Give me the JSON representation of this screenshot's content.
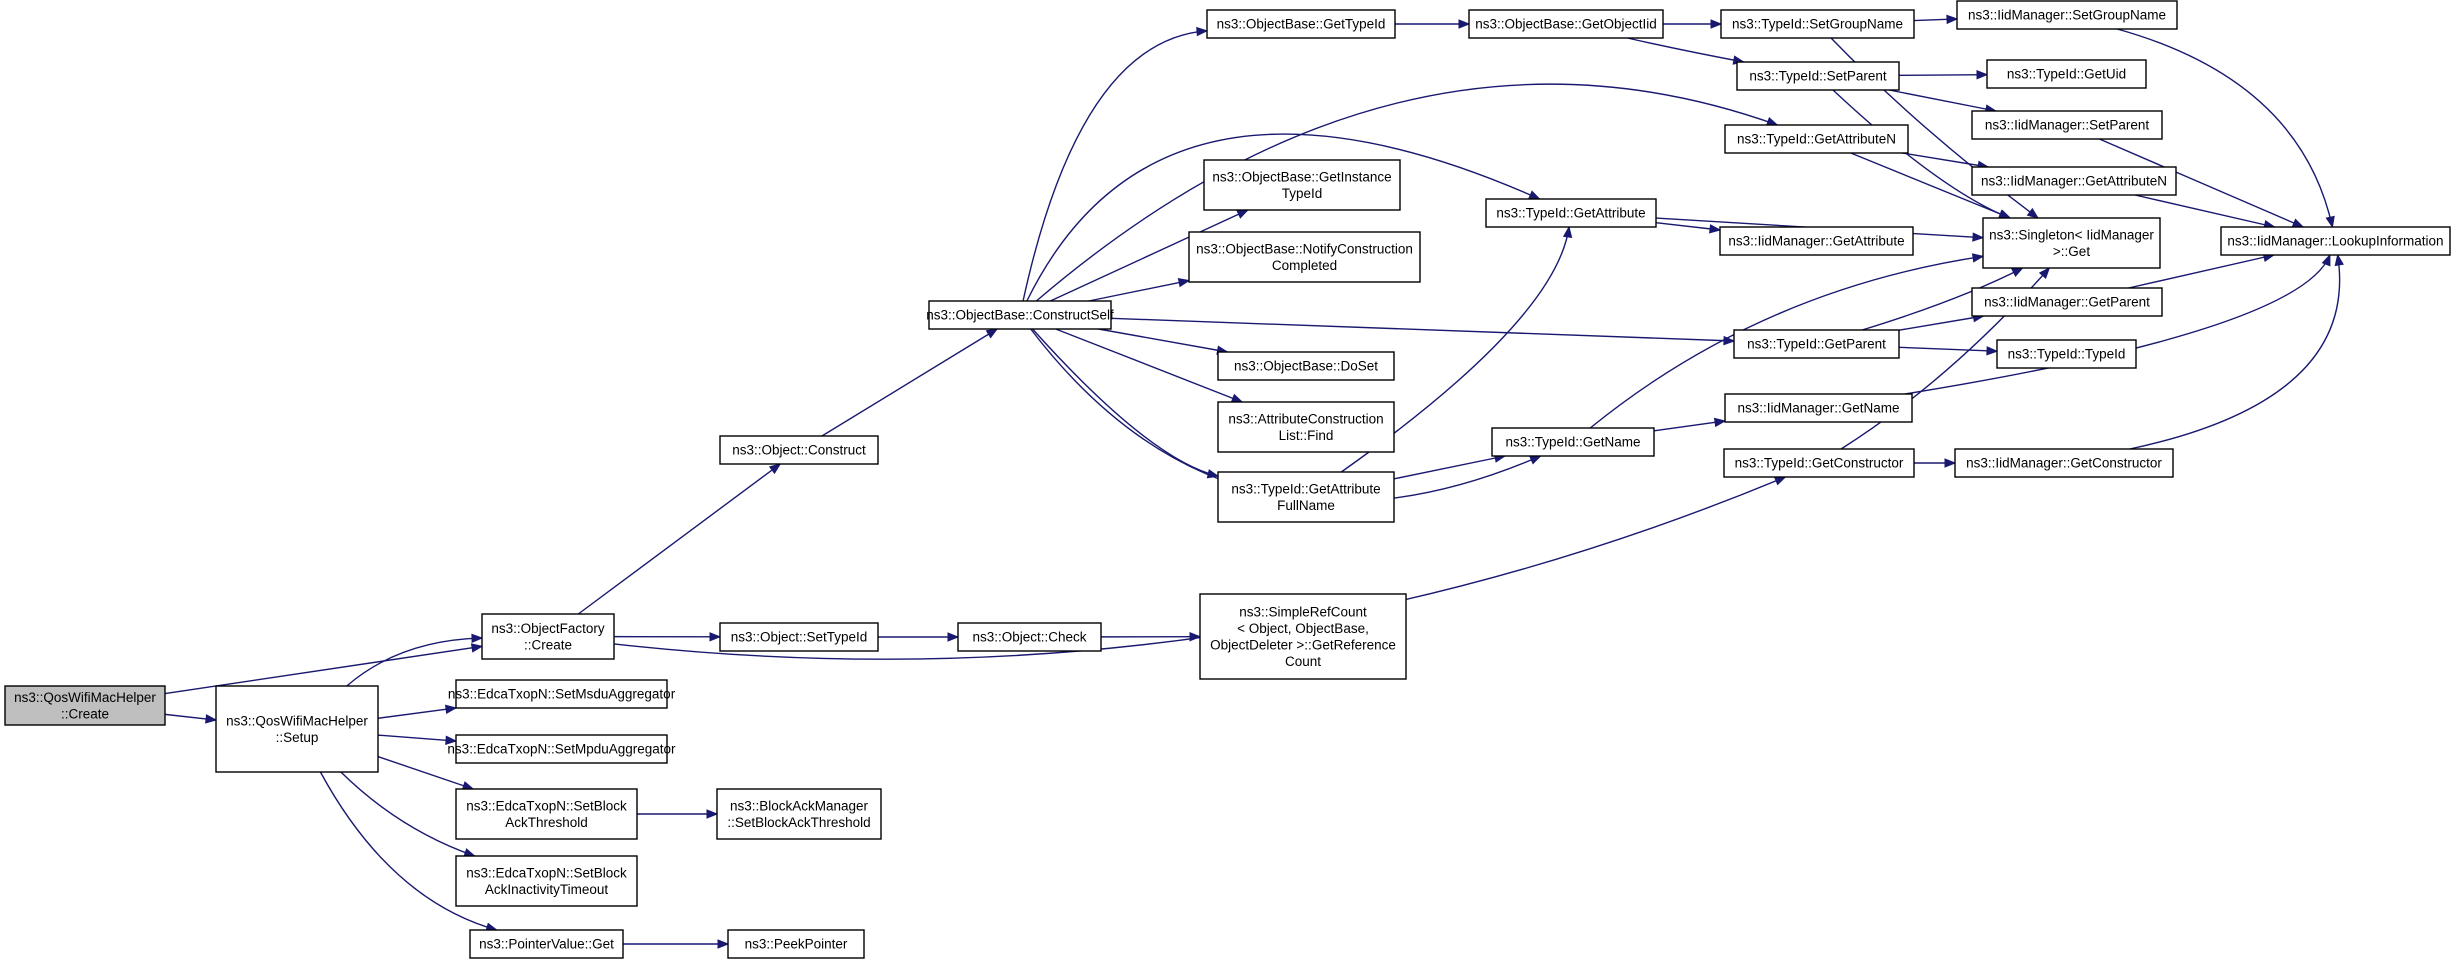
{
  "nodes": [
    {
      "id": "n1",
      "lines": [
        "ns3::QosWifiMacHelper",
        "::Create"
      ],
      "root": true
    },
    {
      "id": "n2",
      "lines": [
        "ns3::ObjectFactory",
        "::Create"
      ]
    },
    {
      "id": "n3",
      "lines": [
        "ns3::QosWifiMacHelper",
        "::Setup"
      ]
    },
    {
      "id": "n4",
      "lines": [
        "ns3::Object::Construct"
      ]
    },
    {
      "id": "n5",
      "lines": [
        "ns3::Object::SetTypeId"
      ]
    },
    {
      "id": "n6",
      "lines": [
        "ns3::TypeId::GetConstructor"
      ]
    },
    {
      "id": "n7",
      "lines": [
        "ns3::ObjectBase::ConstructSelf"
      ]
    },
    {
      "id": "n8",
      "lines": [
        "ns3::ObjectBase::GetTypeId"
      ]
    },
    {
      "id": "n9",
      "lines": [
        "ns3::ObjectBase::GetInstance",
        "TypeId"
      ]
    },
    {
      "id": "n10",
      "lines": [
        "ns3::ObjectBase::NotifyConstruction",
        "Completed"
      ]
    },
    {
      "id": "n11",
      "lines": [
        "ns3::ObjectBase::DoSet"
      ]
    },
    {
      "id": "n12",
      "lines": [
        "ns3::AttributeConstruction",
        "List::Find"
      ]
    },
    {
      "id": "n13",
      "lines": [
        "ns3::TypeId::GetAttribute",
        "FullName"
      ]
    },
    {
      "id": "n14",
      "lines": [
        "ns3::TypeId::GetName"
      ]
    },
    {
      "id": "n15",
      "lines": [
        "ns3::TypeId::GetAttribute"
      ]
    },
    {
      "id": "n16",
      "lines": [
        "ns3::ObjectBase::GetObjectIid"
      ]
    },
    {
      "id": "n17",
      "lines": [
        "ns3::TypeId::SetGroupName"
      ]
    },
    {
      "id": "n18",
      "lines": [
        "ns3::TypeId::SetParent"
      ]
    },
    {
      "id": "n19",
      "lines": [
        "ns3::TypeId::GetAttributeN"
      ]
    },
    {
      "id": "n20",
      "lines": [
        "ns3::IidManager::GetAttribute"
      ]
    },
    {
      "id": "n21",
      "lines": [
        "ns3::TypeId::GetParent"
      ]
    },
    {
      "id": "n22",
      "lines": [
        "ns3::IidManager::GetName"
      ]
    },
    {
      "id": "n23",
      "lines": [
        "ns3::IidManager::SetGroupName"
      ]
    },
    {
      "id": "n24",
      "lines": [
        "ns3::TypeId::GetUid"
      ]
    },
    {
      "id": "n25",
      "lines": [
        "ns3::IidManager::SetParent"
      ]
    },
    {
      "id": "n26",
      "lines": [
        "ns3::IidManager::GetAttributeN"
      ]
    },
    {
      "id": "n27",
      "lines": [
        "ns3::Singleton< IidManager",
        ">::Get"
      ]
    },
    {
      "id": "n28",
      "lines": [
        "ns3::IidManager::GetParent"
      ]
    },
    {
      "id": "n29",
      "lines": [
        "ns3::TypeId::TypeId"
      ]
    },
    {
      "id": "n30",
      "lines": [
        "ns3::IidManager::GetConstructor"
      ]
    },
    {
      "id": "n31",
      "lines": [
        "ns3::IidManager::LookupInformation"
      ]
    },
    {
      "id": "n32",
      "lines": [
        "ns3::Object::Check"
      ]
    },
    {
      "id": "n33",
      "lines": [
        "ns3::SimpleRefCount",
        "< Object, ObjectBase,",
        "ObjectDeleter >::GetReference",
        "Count"
      ]
    },
    {
      "id": "n34",
      "lines": [
        "ns3::EdcaTxopN::SetMsduAggregator"
      ]
    },
    {
      "id": "n35",
      "lines": [
        "ns3::EdcaTxopN::SetMpduAggregator"
      ]
    },
    {
      "id": "n36",
      "lines": [
        "ns3::EdcaTxopN::SetBlock",
        "AckThreshold"
      ]
    },
    {
      "id": "n37",
      "lines": [
        "ns3::BlockAckManager",
        "::SetBlockAckThreshold"
      ]
    },
    {
      "id": "n38",
      "lines": [
        "ns3::EdcaTxopN::SetBlock",
        "AckInactivityTimeout"
      ]
    },
    {
      "id": "n39",
      "lines": [
        "ns3::PointerValue::Get"
      ]
    },
    {
      "id": "n40",
      "lines": [
        "ns3::PeekPointer"
      ]
    }
  ],
  "edges": [
    [
      "n1",
      "n2"
    ],
    [
      "n1",
      "n3"
    ],
    [
      "n2",
      "n4"
    ],
    [
      "n2",
      "n5"
    ],
    [
      "n2",
      "n6"
    ],
    [
      "n3",
      "n2"
    ],
    [
      "n3",
      "n34"
    ],
    [
      "n3",
      "n35"
    ],
    [
      "n3",
      "n36"
    ],
    [
      "n3",
      "n38"
    ],
    [
      "n3",
      "n39"
    ],
    [
      "n4",
      "n7"
    ],
    [
      "n5",
      "n32"
    ],
    [
      "n6",
      "n27"
    ],
    [
      "n6",
      "n30"
    ],
    [
      "n7",
      "n8"
    ],
    [
      "n7",
      "n9"
    ],
    [
      "n7",
      "n10"
    ],
    [
      "n7",
      "n11"
    ],
    [
      "n7",
      "n12"
    ],
    [
      "n7",
      "n13"
    ],
    [
      "n7",
      "n14"
    ],
    [
      "n7",
      "n15"
    ],
    [
      "n7",
      "n19"
    ],
    [
      "n7",
      "n21"
    ],
    [
      "n8",
      "n16"
    ],
    [
      "n13",
      "n14"
    ],
    [
      "n13",
      "n15"
    ],
    [
      "n14",
      "n27"
    ],
    [
      "n14",
      "n22"
    ],
    [
      "n15",
      "n27"
    ],
    [
      "n15",
      "n20"
    ],
    [
      "n16",
      "n17"
    ],
    [
      "n16",
      "n18"
    ],
    [
      "n17",
      "n23"
    ],
    [
      "n17",
      "n27"
    ],
    [
      "n18",
      "n24"
    ],
    [
      "n18",
      "n25"
    ],
    [
      "n18",
      "n27"
    ],
    [
      "n19",
      "n26"
    ],
    [
      "n19",
      "n27"
    ],
    [
      "n21",
      "n27"
    ],
    [
      "n21",
      "n28"
    ],
    [
      "n21",
      "n29"
    ],
    [
      "n22",
      "n31"
    ],
    [
      "n23",
      "n31"
    ],
    [
      "n25",
      "n31"
    ],
    [
      "n26",
      "n31"
    ],
    [
      "n28",
      "n31"
    ],
    [
      "n30",
      "n31"
    ],
    [
      "n32",
      "n33"
    ],
    [
      "n36",
      "n37"
    ],
    [
      "n39",
      "n40"
    ]
  ]
}
